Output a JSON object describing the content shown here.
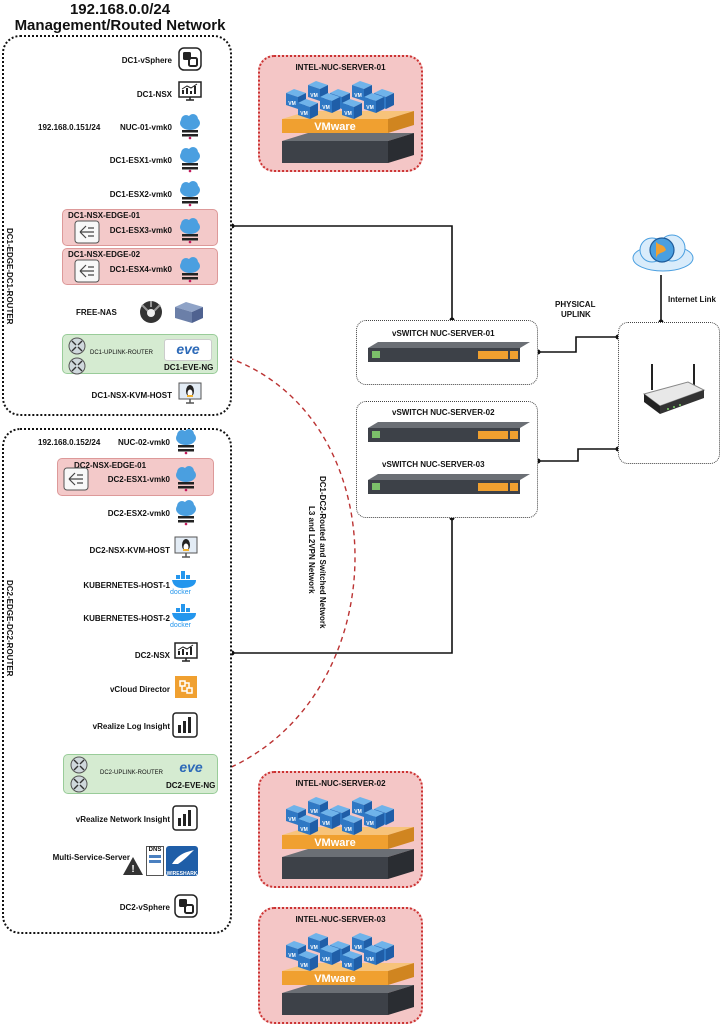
{
  "titles": {
    "subnet": "192.168.0.0/24",
    "network": "Management/Routed Network"
  },
  "dc1": {
    "items": {
      "vsphere": "DC1-vSphere",
      "nsx": "DC1-NSX",
      "ip_nuc01": "192.168.0.151/24",
      "nuc01_vmk0": "NUC-01-vmk0",
      "esx1": "DC1-ESX1-vmk0",
      "esx2": "DC1-ESX2-vmk0",
      "edge01": "DC1-NSX-EDGE-01",
      "esx3": "DC1-ESX3-vmk0",
      "edge02": "DC1-NSX-EDGE-02",
      "esx4": "DC1-ESX4-vmk0",
      "freenas": "FREE-NAS",
      "uplink_router": "DC1-UPLINK-ROUTER",
      "eve": "DC1-EVE-NG",
      "kvm": "DC1-NSX-KVM-HOST"
    },
    "side_label": "DC1-EDGE-DC1-ROUTER"
  },
  "dc2": {
    "items": {
      "ip_nuc02": "192.168.0.152/24",
      "nuc02_vmk0": "NUC-02-vmk0",
      "edge01": "DC2-NSX-EDGE-01",
      "esx1": "DC2-ESX1-vmk0",
      "esx2": "DC2-ESX2-vmk0",
      "kvm": "DC2-NSX-KVM-HOST",
      "k8s1": "KUBERNETES-HOST-1",
      "k8s2": "KUBERNETES-HOST-2",
      "nsx": "DC2-NSX",
      "vcloud": "vCloud Director",
      "vrli": "vRealize Log Insight",
      "uplink_router": "DC2-UPLINK-ROUTER",
      "eve": "DC2-EVE-NG",
      "vrni": "vRealize Network Insight",
      "mss": "Multi-Service-Server",
      "vsphere": "DC2-vSphere"
    },
    "side_label": "DC2-EDGE-DC2-ROUTER"
  },
  "servers": {
    "nuc01": "INTEL-NUC-SERVER-01",
    "nuc02": "INTEL-NUC-SERVER-02",
    "nuc03": "INTEL-NUC-SERVER-03",
    "vm_label": "VM",
    "vmware": "VMware"
  },
  "switches": {
    "s01": "vSWITCH NUC-SERVER-01",
    "s02": "vSWITCH NUC-SERVER-02",
    "s03": "vSWITCH NUC-SERVER-03"
  },
  "links": {
    "physical_uplink_1": "PHYSICAL",
    "physical_uplink_2": "UPLINK",
    "internet_link": "Internet Link",
    "dc_link_1": "DC1-DC2-Routed and Switched Network",
    "dc_link_2": "L3 and L2VPN Network"
  },
  "logos": {
    "eve": "eve",
    "docker": "docker",
    "dns": "DNS",
    "wireshark": "WIRESHARK"
  },
  "colors": {
    "pink_band": "#f3c9c9",
    "green_band": "#d5ebd1",
    "server_bg": "#f4c6c6",
    "server_border": "#c33",
    "dashed_link": "#b33",
    "vm_blue": "#2f78c4",
    "vmware_orange": "#f0a030",
    "cloud_blue": "#4a9fe0"
  },
  "icons": {
    "vsphere": "vsphere-icon",
    "nsx": "nsx-monitor-icon",
    "vmk": "cloud-node-icon",
    "edge": "edge-gateway-icon",
    "router": "router-icon",
    "linux": "linux-monitor-icon",
    "docker": "docker-icon",
    "vcloud": "vcloud-director-icon",
    "vrealize": "bar-chart-icon",
    "nas": "freenas-icon",
    "switch": "switch-icon",
    "wifi_router": "wifi-router-icon",
    "internet": "globe-cloud-icon"
  }
}
